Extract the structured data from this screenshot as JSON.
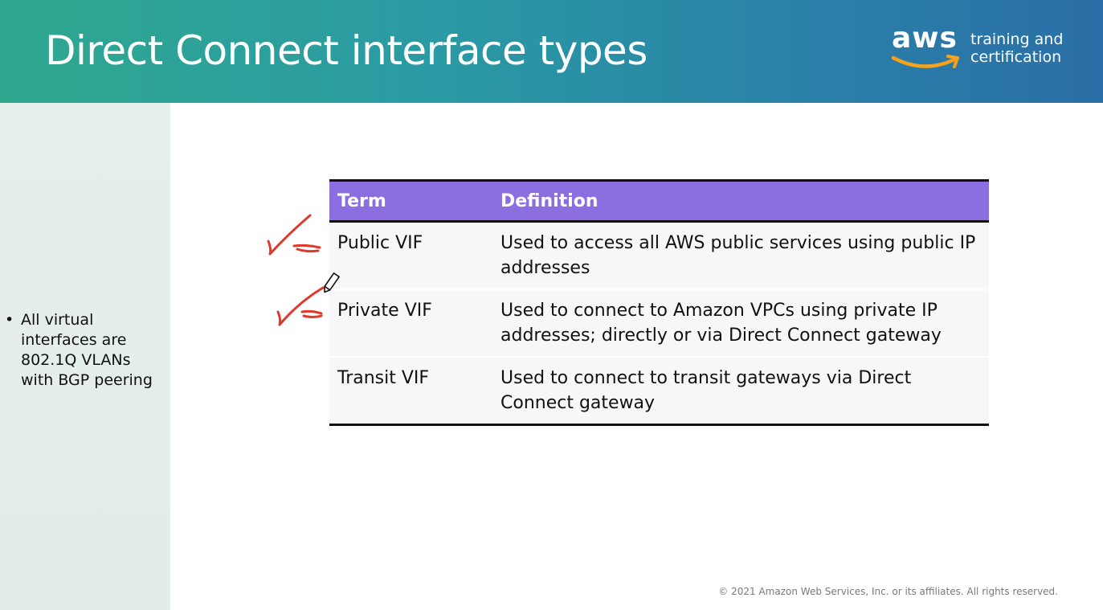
{
  "header": {
    "title": "Direct Connect interface types",
    "logo": {
      "wordmark": "aws",
      "line1": "training and",
      "line2": "certification",
      "smile_color": "#f7a21b"
    }
  },
  "sidebar": {
    "bullet_char": "•",
    "items": [
      "All virtual interfaces are 802.1Q VLANs with BGP peering"
    ]
  },
  "table": {
    "headers": {
      "term": "Term",
      "definition": "Definition"
    },
    "rows": [
      {
        "term": "Public VIF",
        "definition": "Used to access all AWS public services using public IP addresses"
      },
      {
        "term": "Private VIF",
        "definition": "Used to connect to Amazon VPCs using private IP addresses; directly or via Direct Connect gateway"
      },
      {
        "term": "Transit VIF",
        "definition": "Used to connect to transit gateways via Direct Connect gateway"
      }
    ],
    "header_color": "#8b6fe0"
  },
  "annotation": {
    "checkmark_color": "#e0392b",
    "cursor_icon": "pencil-icon"
  },
  "footer": {
    "copyright": "© 2021 Amazon Web Services, Inc. or its affiliates. All rights reserved."
  }
}
